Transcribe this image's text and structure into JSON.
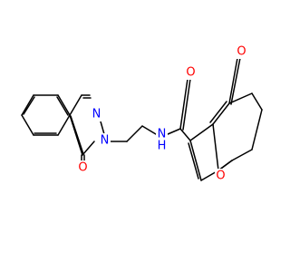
{
  "molecule": {
    "atom_labels": {
      "N_ring_upper": "N",
      "N_ring_lower": "N",
      "O_phthalazinone": "O",
      "N_amide": "N",
      "H_amide": "H",
      "O_amide": "O",
      "O_ketone": "O",
      "O_furan": "O"
    }
  },
  "colors": {
    "bond": "#000000",
    "nitrogen": "#0000ff",
    "oxygen": "#ff0000",
    "background": "#ffffff"
  }
}
